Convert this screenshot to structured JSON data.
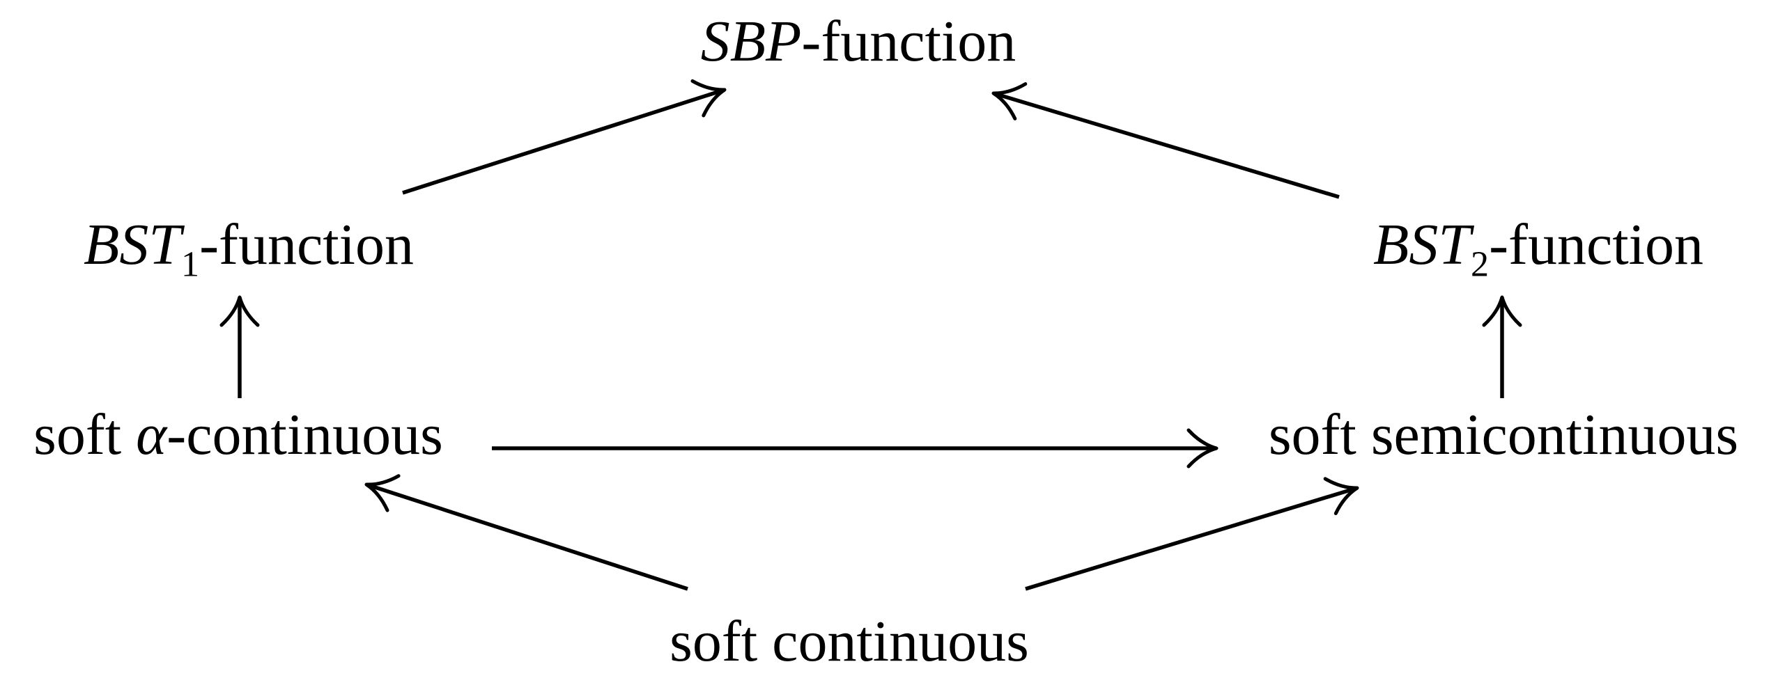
{
  "diagram": {
    "colors": {
      "background": "#ffffff",
      "foreground": "#000000"
    },
    "nodes": {
      "sbp": {
        "pre": "",
        "math": "SBP",
        "sub": "",
        "rest": "-function"
      },
      "bst1": {
        "pre": "",
        "math": "BST",
        "sub": "1",
        "rest": "-function"
      },
      "bst2": {
        "pre": "",
        "math": "BST",
        "sub": "2",
        "rest": "-function"
      },
      "alpha": {
        "pre": "soft ",
        "math": "α",
        "sub": "",
        "rest": "-continuous"
      },
      "semi": {
        "pre": "soft semicontinuous",
        "math": "",
        "sub": "",
        "rest": ""
      },
      "cont": {
        "pre": "soft continuous",
        "math": "",
        "sub": "",
        "rest": ""
      }
    },
    "edges": [
      {
        "from": "BST1-function",
        "to": "SBP-function"
      },
      {
        "from": "BST2-function",
        "to": "SBP-function"
      },
      {
        "from": "soft α-continuous",
        "to": "BST1-function"
      },
      {
        "from": "soft semicontinuous",
        "to": "BST2-function"
      },
      {
        "from": "soft α-continuous",
        "to": "soft semicontinuous"
      },
      {
        "from": "soft continuous",
        "to": "soft α-continuous"
      },
      {
        "from": "soft continuous",
        "to": "soft semicontinuous"
      }
    ]
  }
}
